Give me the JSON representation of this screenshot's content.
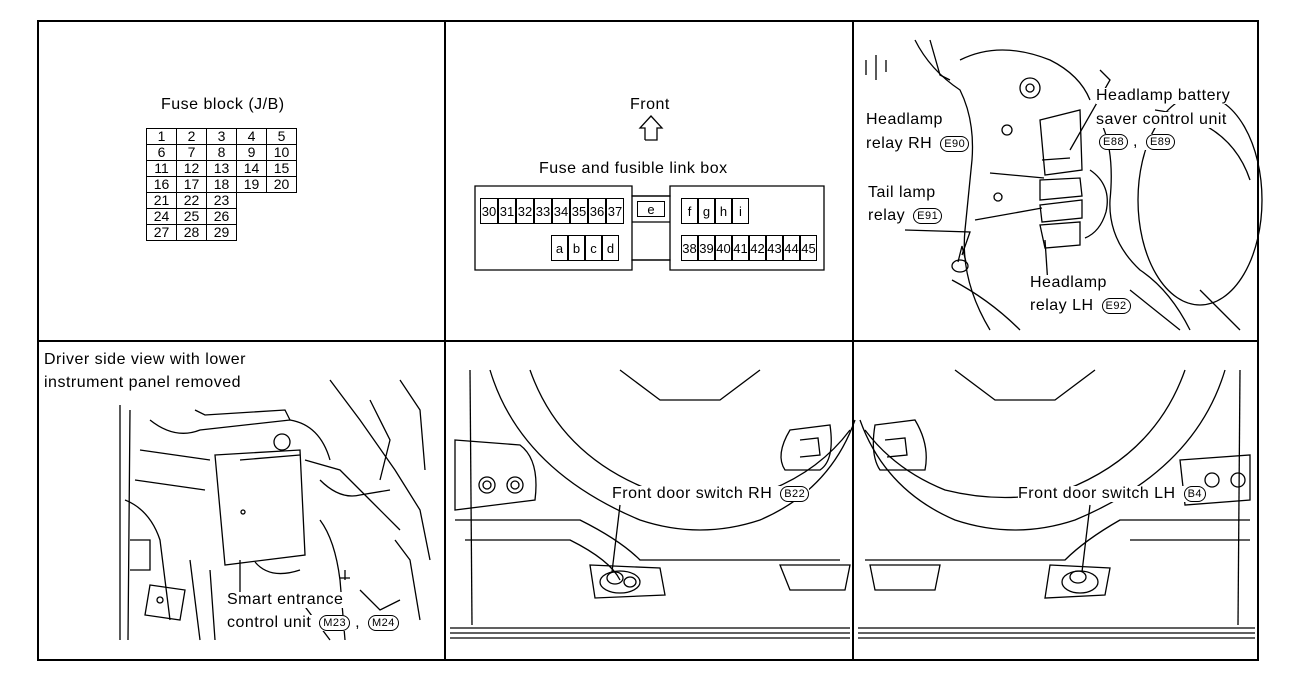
{
  "panel1": {
    "title": "Fuse block (J/B)",
    "fuses": [
      [
        "1",
        "2",
        "3",
        "4",
        "5"
      ],
      [
        "6",
        "7",
        "8",
        "9",
        "10"
      ],
      [
        "11",
        "12",
        "13",
        "14",
        "15"
      ],
      [
        "16",
        "17",
        "18",
        "19",
        "20"
      ],
      [
        "21",
        "22",
        "23",
        "",
        ""
      ],
      [
        "24",
        "25",
        "26",
        "",
        ""
      ],
      [
        "27",
        "28",
        "29",
        "",
        ""
      ]
    ]
  },
  "panel2": {
    "front_label": "Front",
    "title": "Fuse and fusible link box",
    "left_top": [
      "30",
      "31",
      "32",
      "33",
      "34",
      "35",
      "36",
      "37"
    ],
    "left_bottom": [
      "a",
      "b",
      "c",
      "d"
    ],
    "center": "e",
    "right_top": [
      "f",
      "g",
      "h",
      "i"
    ],
    "right_bottom": [
      "38",
      "39",
      "40",
      "41",
      "42",
      "43",
      "44",
      "45"
    ]
  },
  "panel3": {
    "battery_saver_line1": "Headlamp battery",
    "battery_saver_line2": "saver control unit",
    "battery_saver_codes": [
      "E88",
      "E89"
    ],
    "headlamp_rh_line1": "Headlamp",
    "headlamp_rh_line2": "relay RH",
    "headlamp_rh_code": "E90",
    "tail_line1": "Tail lamp",
    "tail_line2": "relay",
    "tail_code": "E91",
    "headlamp_lh_line1": "Headlamp",
    "headlamp_lh_line2": "relay LH",
    "headlamp_lh_code": "E92"
  },
  "panel4": {
    "caption_line1": "Driver side view with lower",
    "caption_line2": "instrument panel removed",
    "unit_line1": "Smart entrance",
    "unit_line2": "control unit",
    "codes": [
      "M23",
      "M24"
    ]
  },
  "panel5": {
    "label": "Front door switch RH",
    "code": "B22"
  },
  "panel6": {
    "label": "Front door switch LH",
    "code": "B4"
  },
  "separator": ","
}
